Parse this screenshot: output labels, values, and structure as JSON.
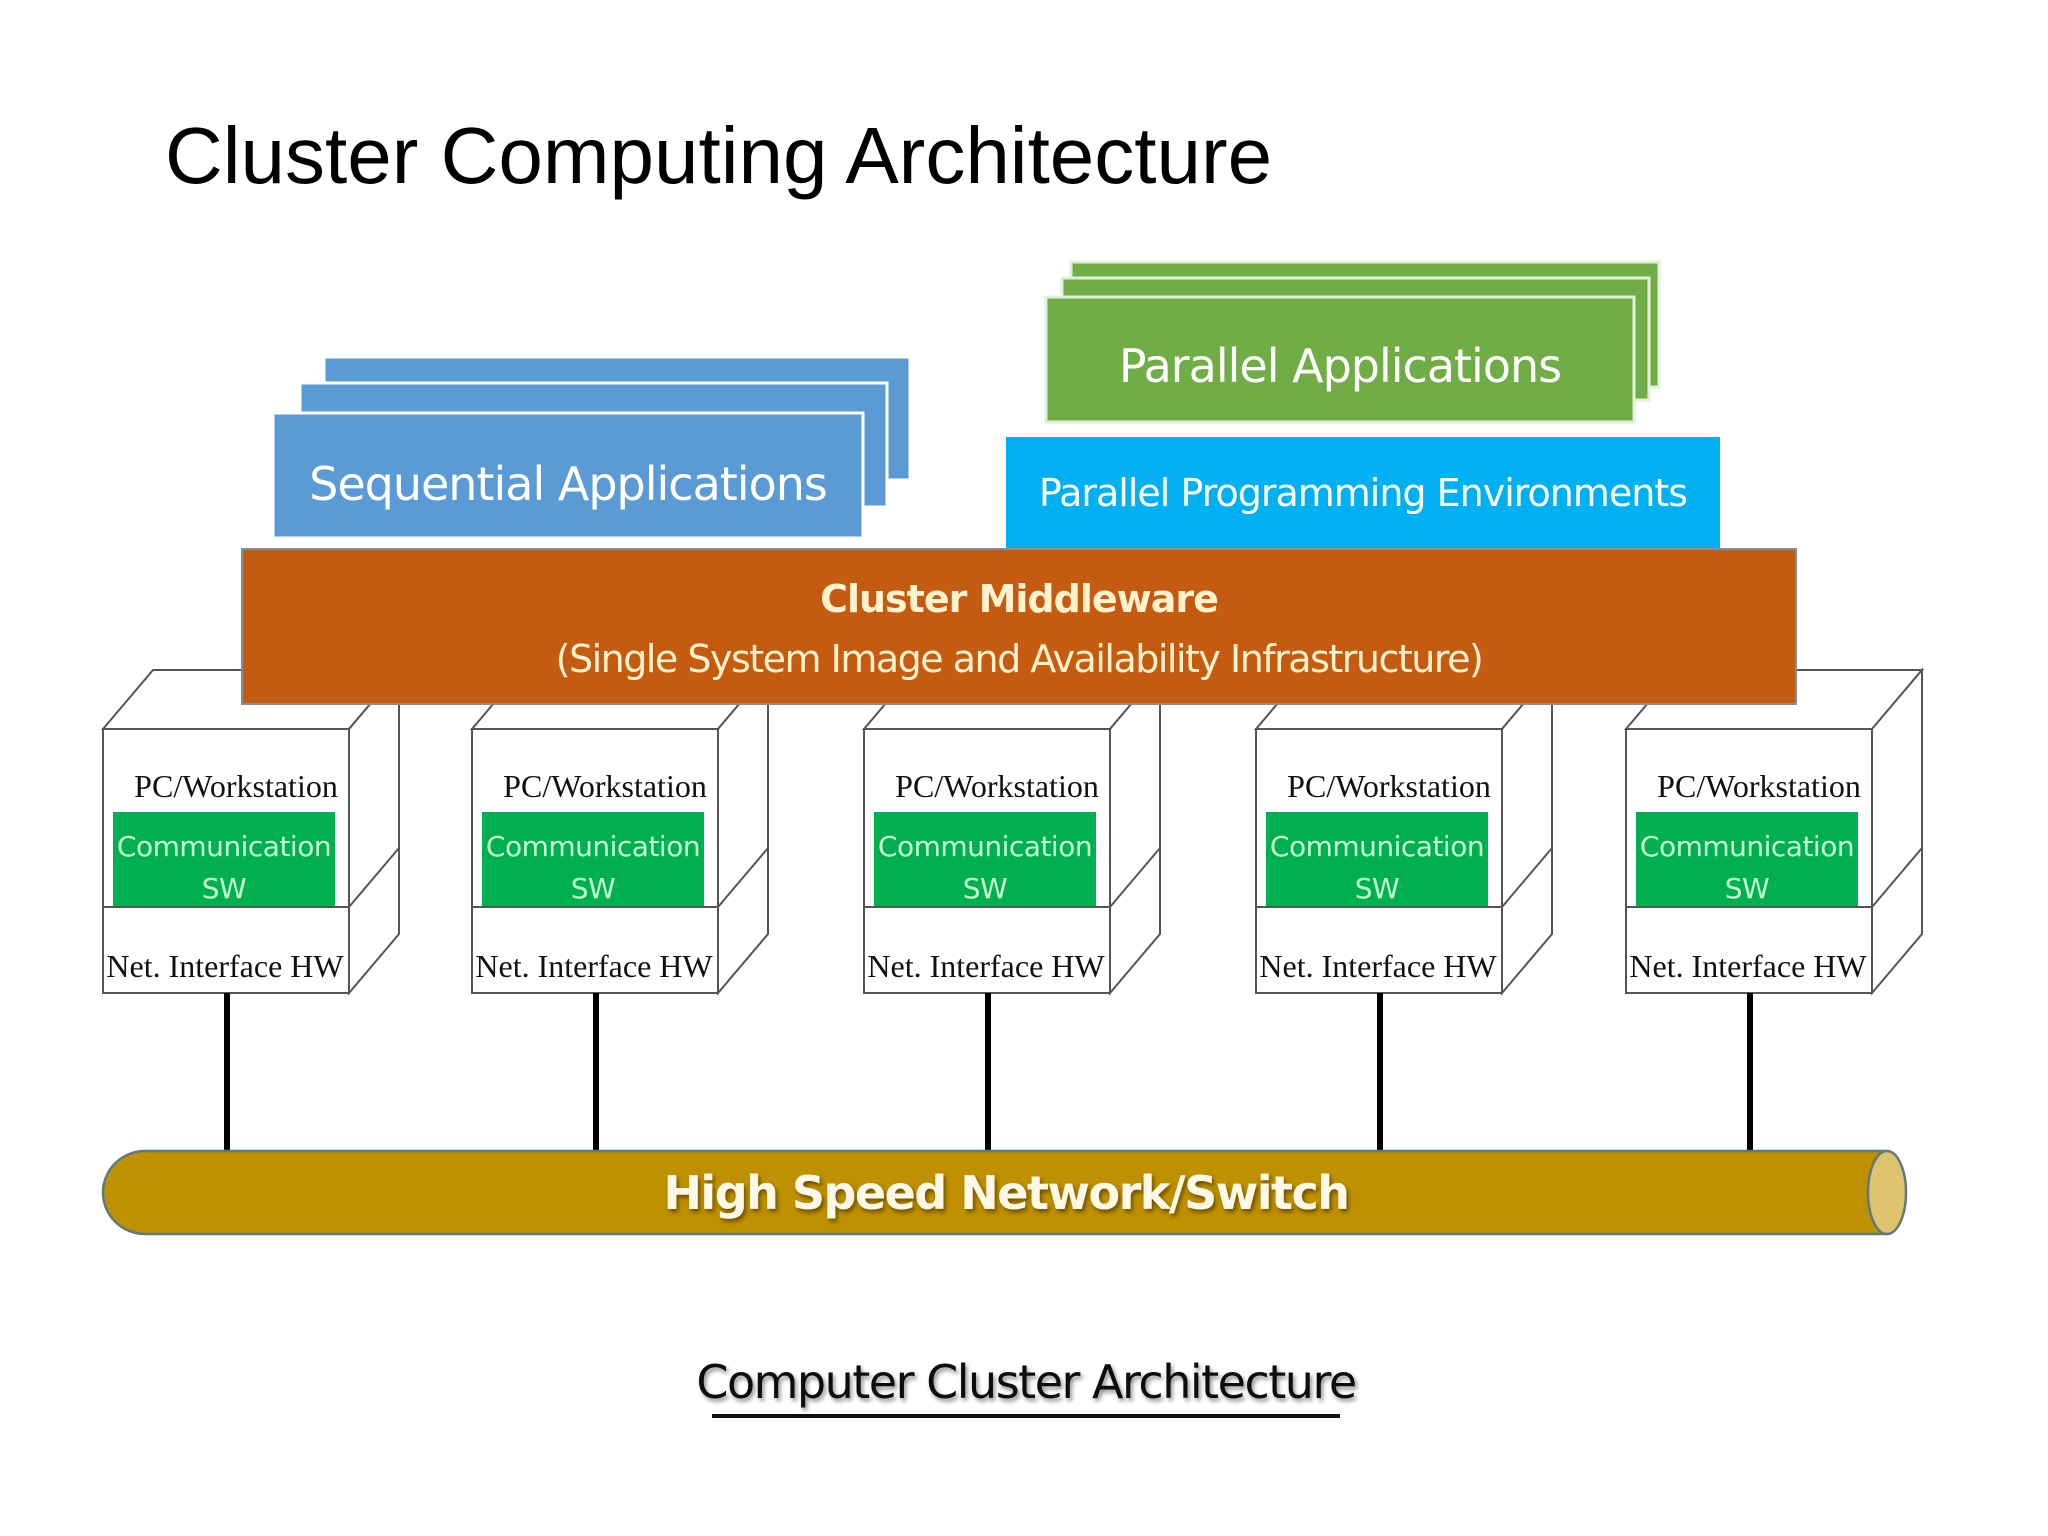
{
  "title": "Cluster Computing Architecture",
  "diagram": {
    "sequential_applications": {
      "label": "Sequential Applications",
      "color": "#5B9BD5",
      "stack_count": 3
    },
    "parallel_applications": {
      "label": "Parallel Applications",
      "color": "#70AD47",
      "stack_count": 3
    },
    "parallel_programming_environments": {
      "label": "Parallel Programming Environments",
      "color": "#00B0F0"
    },
    "cluster_middleware": {
      "title": "Cluster Middleware",
      "subtitle": "(Single System Image and Availability Infrastructure)",
      "color": "#C55A11",
      "text_color": "#FFF2CC"
    },
    "nodes": [
      {
        "label": "PC/Workstation",
        "software": "Communication SW",
        "software_line1": "Communication",
        "software_line2": "SW",
        "hardware": "Net. Interface HW"
      },
      {
        "label": "PC/Workstation",
        "software": "Communication SW",
        "software_line1": "Communication",
        "software_line2": "SW",
        "hardware": "Net. Interface HW"
      },
      {
        "label": "PC/Workstation",
        "software": "Communication SW",
        "software_line1": "Communication",
        "software_line2": "SW",
        "hardware": "Net. Interface HW"
      },
      {
        "label": "PC/Workstation",
        "software": "Communication SW",
        "software_line1": "Communication",
        "software_line2": "SW",
        "hardware": "Net. Interface HW"
      },
      {
        "label": "PC/Workstation",
        "software": "Communication SW",
        "software_line1": "Communication",
        "software_line2": "SW",
        "hardware": "Net. Interface HW"
      }
    ],
    "node_software_color": "#00B050",
    "network": {
      "label": "High Speed Network/Switch",
      "color": "#BF9000",
      "cap_color": "#E0C36E"
    }
  },
  "caption": "Computer Cluster Architecture"
}
